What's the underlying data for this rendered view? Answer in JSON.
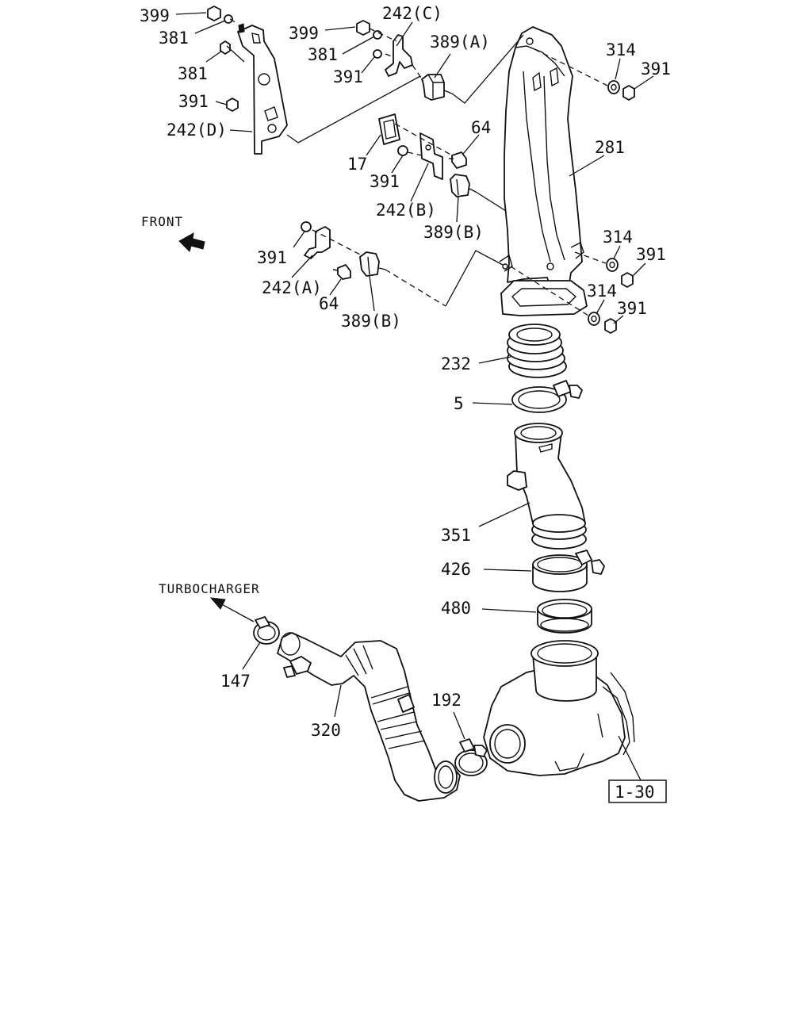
{
  "diagram": {
    "notes": {
      "front": "FRONT",
      "turbocharger": "TURBOCHARGER"
    },
    "reference_box": "1-30",
    "callouts": [
      {
        "id": "399-top-left",
        "text": "399"
      },
      {
        "id": "381-top-left",
        "text": "381"
      },
      {
        "id": "381-left",
        "text": "381"
      },
      {
        "id": "391-left",
        "text": "391"
      },
      {
        "id": "242d",
        "text": "242(D)"
      },
      {
        "id": "399-mid",
        "text": "399"
      },
      {
        "id": "242c",
        "text": "242(C)"
      },
      {
        "id": "381-mid",
        "text": "381"
      },
      {
        "id": "391-mid",
        "text": "391"
      },
      {
        "id": "389a",
        "text": "389(A)"
      },
      {
        "id": "314-top",
        "text": "314"
      },
      {
        "id": "391-top-right",
        "text": "391"
      },
      {
        "id": "281",
        "text": "281"
      },
      {
        "id": "64-upper",
        "text": "64"
      },
      {
        "id": "17",
        "text": "17"
      },
      {
        "id": "391-bracket-b",
        "text": "391"
      },
      {
        "id": "242b",
        "text": "242(B)"
      },
      {
        "id": "389b-upper",
        "text": "389(B)"
      },
      {
        "id": "314-mid",
        "text": "314"
      },
      {
        "id": "391-mid-right",
        "text": "391"
      },
      {
        "id": "391-bracket-a",
        "text": "391"
      },
      {
        "id": "242a",
        "text": "242(A)"
      },
      {
        "id": "64-lower",
        "text": "64"
      },
      {
        "id": "389b-lower",
        "text": "389(B)"
      },
      {
        "id": "314-low",
        "text": "314"
      },
      {
        "id": "391-low-right",
        "text": "391"
      },
      {
        "id": "232",
        "text": "232"
      },
      {
        "id": "5",
        "text": "5"
      },
      {
        "id": "351",
        "text": "351"
      },
      {
        "id": "426",
        "text": "426"
      },
      {
        "id": "480",
        "text": "480"
      },
      {
        "id": "147",
        "text": "147"
      },
      {
        "id": "320",
        "text": "320"
      },
      {
        "id": "192",
        "text": "192"
      }
    ]
  }
}
